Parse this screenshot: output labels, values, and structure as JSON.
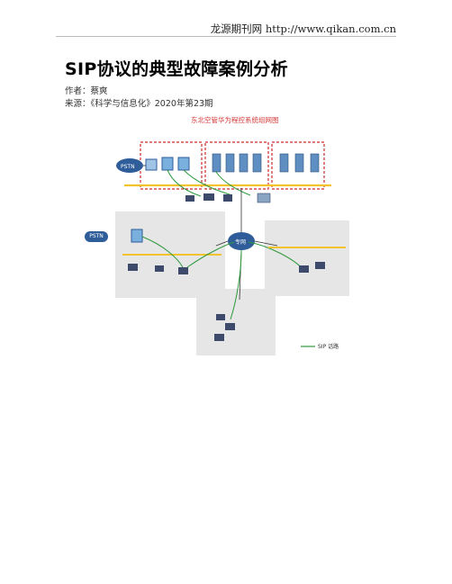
{
  "header": {
    "site": "龙源期刊网 http://www.qikan.com.cn"
  },
  "article": {
    "title": "SIP协议的典型故障案例分析",
    "author_label": "作者：",
    "author": "蔡爽",
    "source_label": "来源：",
    "source": "《科学与信息化》2020年第23期"
  },
  "figure": {
    "title": "东北空管华为程控系统组网图",
    "pstn_1": "PSTN",
    "pstn_2": "PSTN",
    "lan": "专网",
    "legend": "SIP 话路"
  }
}
